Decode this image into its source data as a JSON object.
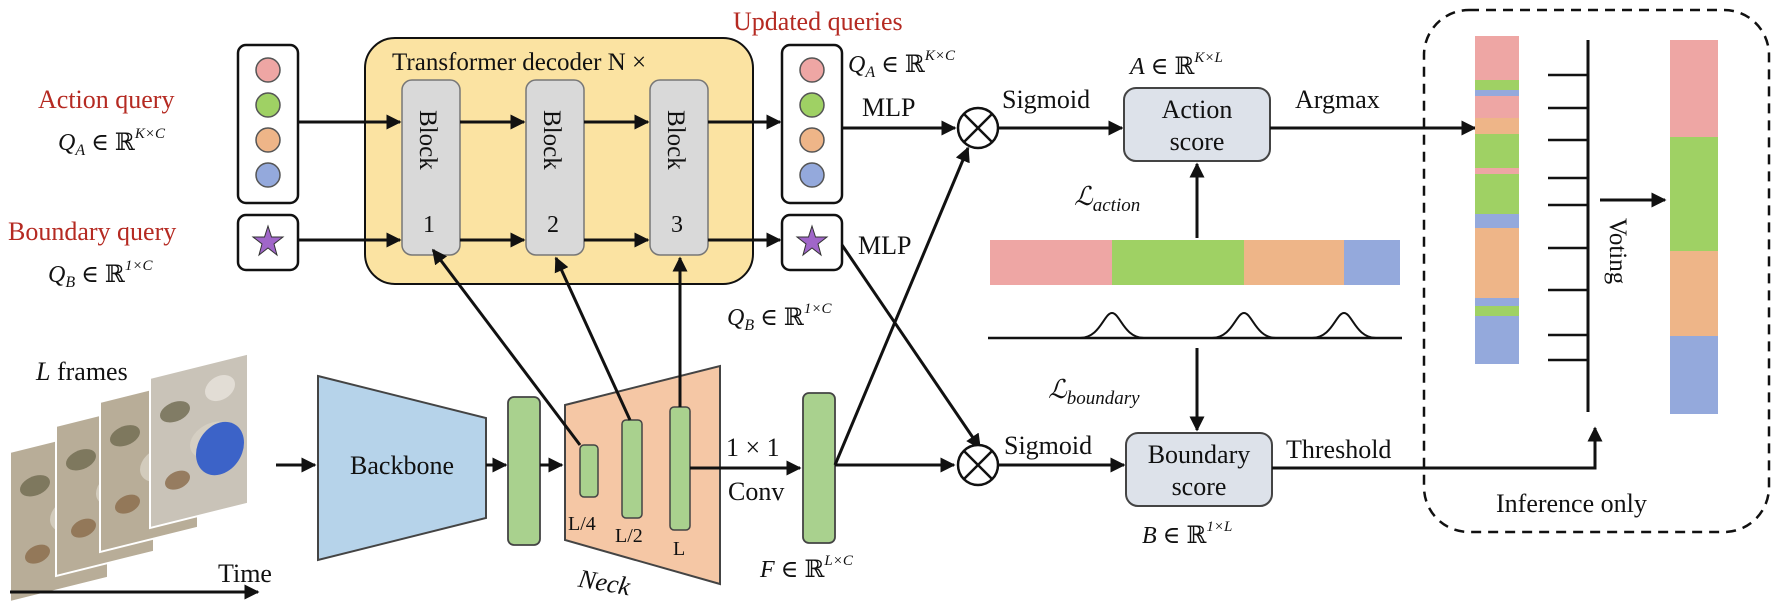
{
  "colors": {
    "pink": "#eea6a4",
    "green": "#9fd164",
    "orange": "#eeb588",
    "blue": "#94a9dc",
    "purple": "#a066c9",
    "decoder_bg": "#fbe3a2",
    "block_bg": "#d9d9d9",
    "backbone": "#b6d3ea",
    "neck": "#f5c7a5",
    "feature": "#a9d18e",
    "score_box": "#dde2ea",
    "label_red": "#b52a22"
  },
  "icons": {
    "query_dots": "colored-circle-icons",
    "boundary": "star-icon",
    "combine": "circled-times-icon",
    "frames": "video-frame-thumbnails"
  },
  "labels": {
    "action_query": "Action query",
    "action_query_math": "Q_A ∈ ℝ^{K×C}",
    "boundary_query": "Boundary query",
    "boundary_query_math": "Q_B ∈ ℝ^{1×C}",
    "decoder_title": "Transformer decoder  N ×",
    "block_word": "Block",
    "block_numbers": [
      "1",
      "2",
      "3"
    ],
    "updated_queries": "Updated queries",
    "updated_qa_math": "Q_A ∈ ℝ^{K×C}",
    "updated_qb_math": "Q_B ∈ ℝ^{1×C}",
    "mlp": "MLP",
    "sigmoid": "Sigmoid",
    "action_score_line1": "Action",
    "action_score_line2": "score",
    "action_score_math": "A ∈ ℝ^{K×L}",
    "argmax": "Argmax",
    "loss_action": "ℒ",
    "loss_action_sub": "action",
    "loss_boundary": "ℒ",
    "loss_boundary_sub": "boundary",
    "boundary_score_line1": "Boundary",
    "boundary_score_line2": "score",
    "boundary_score_math": "B ∈ ℝ^{1×L}",
    "threshold": "Threshold",
    "voting": "Voting",
    "inference_only": "Inference only",
    "l_frames": "L frames",
    "time": "Time",
    "backbone": "Backbone",
    "neck": "Neck",
    "neck_scales": [
      "L/4",
      "L/2",
      "L"
    ],
    "conv_line1": "1 × 1",
    "conv_line2": "Conv",
    "feature_math": "F ∈ ℝ^{L×C}"
  }
}
